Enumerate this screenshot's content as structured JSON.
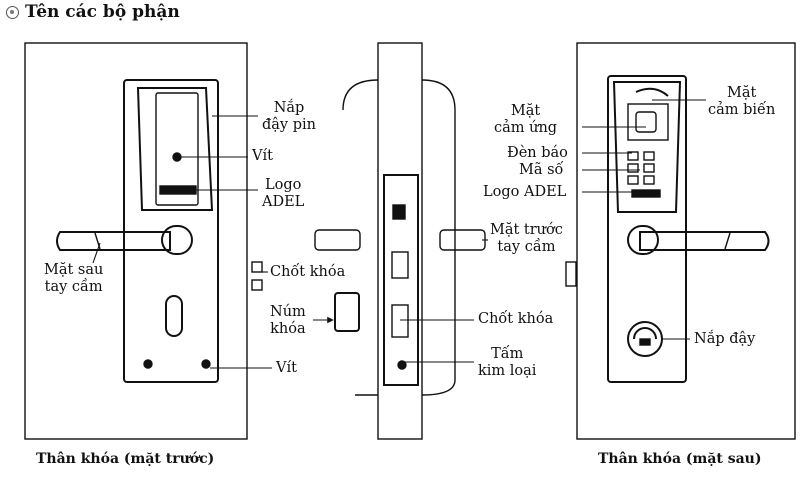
{
  "title": "Tên các bộ phận",
  "labels": {
    "nap_day_pin_1": "Nắp",
    "nap_day_pin_2": "đậy pin",
    "vit_top": "Vít",
    "logo_front_1": "Logo",
    "logo_front_2": "ADEL",
    "mat_sau_1": "Mặt sau",
    "mat_sau_2": "tay cầm",
    "chot_khoa_side": "Chốt khóa",
    "num_khoa_1": "Núm",
    "num_khoa_2": "khóa",
    "vit_bottom": "Vít",
    "chot_khoa_plate": "Chốt khóa",
    "tam_kim_loai_1": "Tấm",
    "tam_kim_loai_2": "kim loại",
    "mat_cam_ung_1": "Mặt",
    "mat_cam_ung_2": "cảm ứng",
    "den_bao": "Đèn báo",
    "ma_so": "Mã số",
    "logo_back": "Logo ADEL",
    "mat_cam_bien_1": "Mặt",
    "mat_cam_bien_2": "cảm biến",
    "mat_truoc_1": "Mặt trước",
    "mat_truoc_2": "tay cầm",
    "nap_day": "Nắp đậy"
  },
  "captions": {
    "front": "Thân khóa (mặt trước)",
    "back": "Thân khóa (mặt sau)"
  }
}
